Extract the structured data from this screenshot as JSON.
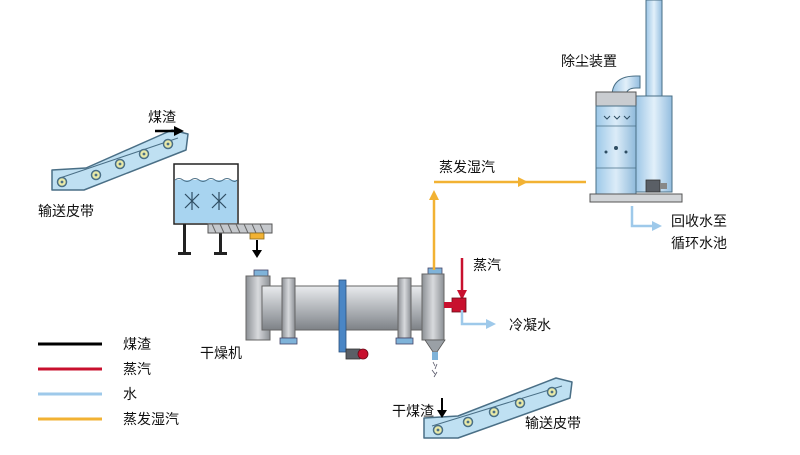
{
  "labels": {
    "slag": "煤渣",
    "conveyor_top": "输送皮带",
    "evaporated_vapor": "蒸发湿汽",
    "dust_removal": "除尘装置",
    "return_water_line1": "回收水至",
    "return_water_line2": "循环水池",
    "steam": "蒸汽",
    "condensate": "冷凝水",
    "dryer": "干燥机",
    "dry_slag": "干煤渣",
    "conveyor_bottom": "输送皮带"
  },
  "legend": [
    {
      "label": "煤渣",
      "color": "#000000",
      "text_color": "#111111"
    },
    {
      "label": "蒸汽",
      "color": "#c8102e",
      "text_color": "#111111"
    },
    {
      "label": "水",
      "color": "#9ec9ea",
      "text_color": "#e0282a"
    },
    {
      "label": "蒸发湿汽",
      "color": "#f2b233",
      "text_color": "#111111"
    }
  ],
  "colors": {
    "vapor_line": "#f2b233",
    "steam_line": "#c8102e",
    "water_line": "#9ec9ea",
    "equipment_gray": "#b9bcc0",
    "belt_blue": "#bfe0f2"
  }
}
